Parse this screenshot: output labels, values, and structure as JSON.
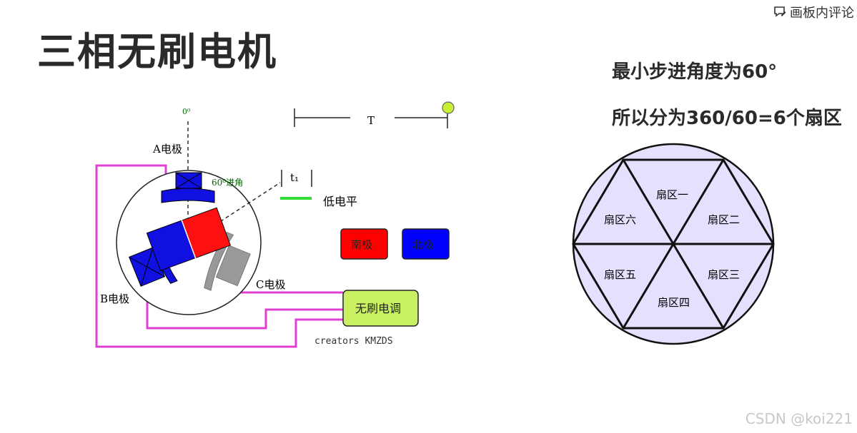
{
  "toolbar": {
    "comment_label": "画板内评论",
    "comment_icon": "comment-edit-icon"
  },
  "slide": {
    "title": "三相无刷电机"
  },
  "notes": {
    "line1": "最小步进角度为60°",
    "line2": "所以分为360/60=6个扇区"
  },
  "motor": {
    "zero_label": "0⁰",
    "phase_a": "A电极",
    "phase_b": "B电极",
    "phase_c": "C电极",
    "step_label": "60⁰进角",
    "period_label": "T",
    "t1_label": "t₁",
    "low_level_label": "低电平",
    "south_label": "南极",
    "north_label": "北极",
    "esc_label": "无刷电调",
    "credit": "creators KMZDS"
  },
  "sectors": {
    "labels": [
      "扇区一",
      "扇区二",
      "扇区三",
      "扇区四",
      "扇区五",
      "扇区六"
    ],
    "fill": "#e6e0ff"
  },
  "colors": {
    "wire": "#e040d0",
    "south": "#ff0000",
    "north": "#0000ff",
    "esc_fill": "#c8f060",
    "low_level": "#33dd33",
    "gray_pole": "#999999",
    "indicator": "#c8f032"
  },
  "watermark": "CSDN @koi221"
}
